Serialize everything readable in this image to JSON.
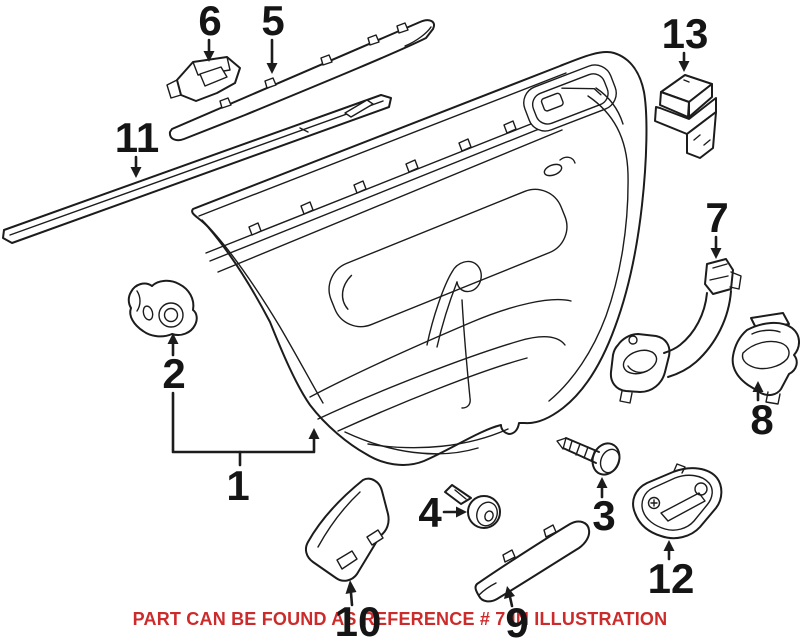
{
  "note": {
    "text": "PART CAN BE FOUND AS REFERENCE # 7 IN ILLUSTRATION",
    "color": "#cc2b2b"
  },
  "diagram": {
    "background_color": "#ffffff",
    "line_color": "#1c1c1c",
    "callouts": [
      {
        "ref": "1"
      },
      {
        "ref": "2"
      },
      {
        "ref": "3"
      },
      {
        "ref": "4"
      },
      {
        "ref": "5"
      },
      {
        "ref": "6"
      },
      {
        "ref": "7"
      },
      {
        "ref": "8"
      },
      {
        "ref": "9"
      },
      {
        "ref": "10"
      },
      {
        "ref": "11"
      },
      {
        "ref": "12"
      },
      {
        "ref": "13"
      }
    ]
  }
}
